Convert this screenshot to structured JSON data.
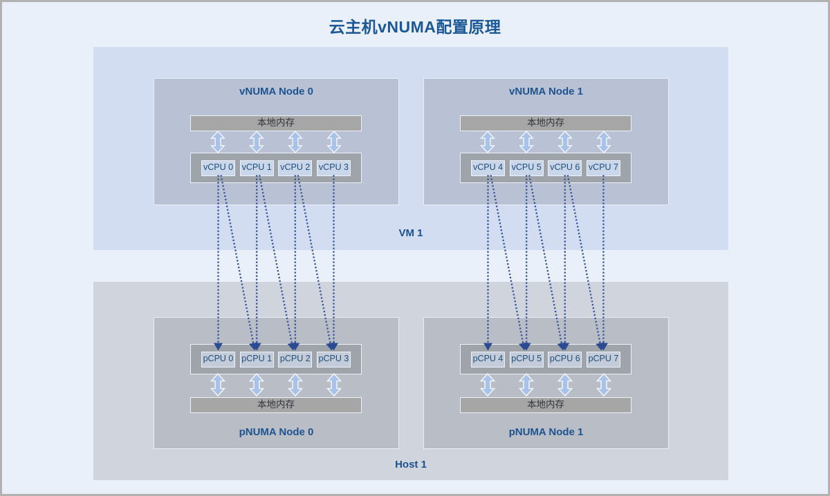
{
  "page": {
    "title": "云主机vNUMA配置原理"
  },
  "vm": {
    "label": "VM 1",
    "nodes": [
      {
        "title": "vNUMA Node 0",
        "memory_label": "本地内存",
        "cpus": [
          "vCPU 0",
          "vCPU 1",
          "vCPU 2",
          "vCPU 3"
        ]
      },
      {
        "title": "vNUMA Node 1",
        "memory_label": "本地内存",
        "cpus": [
          "vCPU 4",
          "vCPU 5",
          "vCPU 6",
          "vCPU 7"
        ]
      }
    ]
  },
  "host": {
    "label": "Host 1",
    "nodes": [
      {
        "title": "pNUMA Node 0",
        "memory_label": "本地内存",
        "cpus": [
          "pCPU 0",
          "pCPU 1",
          "pCPU 2",
          "pCPU 3"
        ]
      },
      {
        "title": "pNUMA Node 1",
        "memory_label": "本地内存",
        "cpus": [
          "pCPU 4",
          "pCPU 5",
          "pCPU 6",
          "pCPU 7"
        ]
      }
    ]
  },
  "mappings": [
    {
      "from": "v0",
      "to": "p0",
      "kind": "direct"
    },
    {
      "from": "v0",
      "to": "p1",
      "kind": "cross"
    },
    {
      "from": "v1",
      "to": "p1",
      "kind": "direct"
    },
    {
      "from": "v1",
      "to": "p2",
      "kind": "cross"
    },
    {
      "from": "v2",
      "to": "p2",
      "kind": "direct"
    },
    {
      "from": "v2",
      "to": "p3",
      "kind": "cross"
    },
    {
      "from": "v3",
      "to": "p3",
      "kind": "direct"
    },
    {
      "from": "v4",
      "to": "p4",
      "kind": "direct"
    },
    {
      "from": "v4",
      "to": "p5",
      "kind": "cross"
    },
    {
      "from": "v5",
      "to": "p5",
      "kind": "direct"
    },
    {
      "from": "v5",
      "to": "p6",
      "kind": "cross"
    },
    {
      "from": "v6",
      "to": "p6",
      "kind": "direct"
    },
    {
      "from": "v6",
      "to": "p7",
      "kind": "cross"
    },
    {
      "from": "v7",
      "to": "p7",
      "kind": "direct"
    }
  ],
  "icons": {
    "memory_cpu_arrow": "double-vertical-arrow",
    "mapping_arrow": "dotted-arrow-down"
  },
  "colors": {
    "page_background": "#eaf0f9",
    "frame_border": "#b2b2b2",
    "title_text": "#1a5796",
    "vm_container": "#d2ddf1",
    "host_container": "#d0d5dd",
    "vnuma_node": "#b9c2d4",
    "pnuma_node": "#b9bdc5",
    "memory_bar": "#a6a6a6",
    "cpu_container": "#9fa4ab",
    "vcpu_box": "#cad7ea",
    "pcpu_box": "#c4ccda",
    "cpu_text": "#1f4e79",
    "label_text": "#1d538f",
    "double_arrow_fill": "#a9c3e8",
    "mapping_line": "#36549e",
    "mapping_arrowhead": "#2a4a91"
  }
}
